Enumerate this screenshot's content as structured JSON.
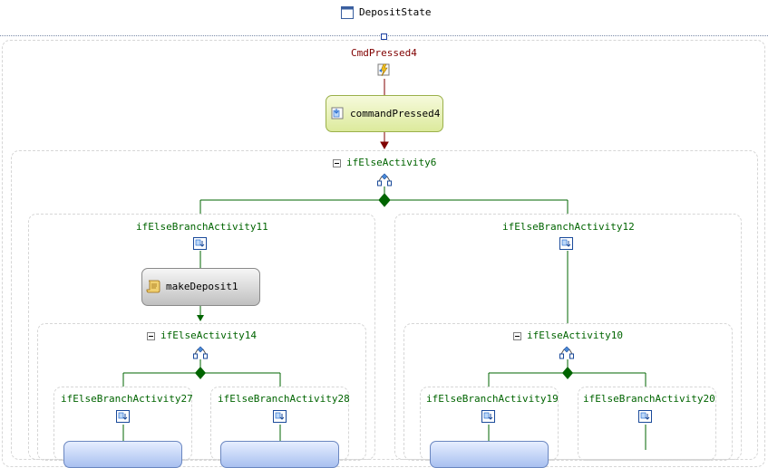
{
  "state": {
    "title": "DepositState",
    "title_icon": "state-icon"
  },
  "event": {
    "label": "CmdPressed4",
    "icon": "event-driven-icon"
  },
  "command_activity": {
    "label": "commandPressed4",
    "icon": "handle-external-event-icon"
  },
  "if_else_main": {
    "label": "ifElseActivity6",
    "icon": "if-else-icon"
  },
  "branch_11": {
    "label": "ifElseBranchActivity11",
    "icon": "branch-icon"
  },
  "branch_12": {
    "label": "ifElseBranchActivity12",
    "icon": "branch-icon"
  },
  "make_deposit": {
    "label": "makeDeposit1",
    "icon": "code-activity-icon"
  },
  "if_else_14": {
    "label": "ifElseActivity14",
    "icon": "if-else-icon"
  },
  "if_else_10": {
    "label": "ifElseActivity10",
    "icon": "if-else-icon"
  },
  "branch_27": {
    "label": "ifElseBranchActivity27"
  },
  "branch_28": {
    "label": "ifElseBranchActivity28"
  },
  "branch_19": {
    "label": "ifElseBranchActivity19"
  },
  "branch_20": {
    "label": "ifElseBranchActivity20"
  },
  "colors": {
    "connector_green": "#006400",
    "connector_maroon": "#800000",
    "event_label": "#800000",
    "label_green": "#006400",
    "command_fill": "#e6f0b8",
    "code_fill": "#c8c8c8",
    "setstate_fill": "#b4c8f0"
  }
}
